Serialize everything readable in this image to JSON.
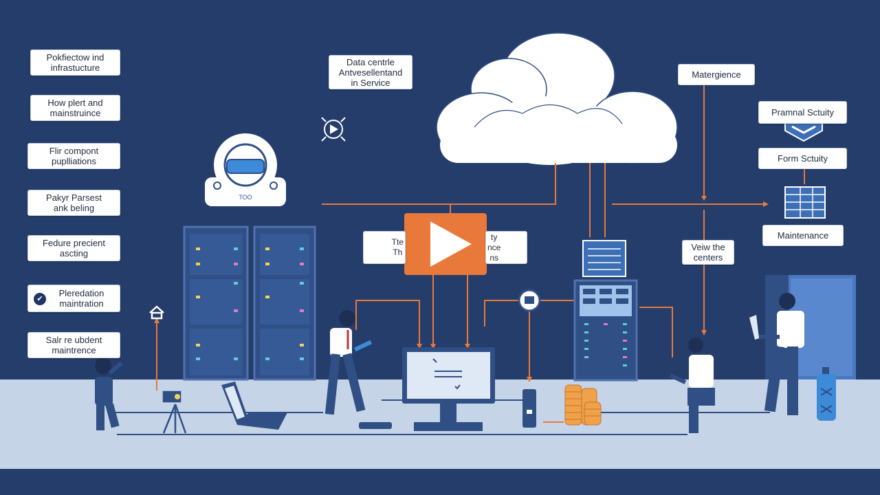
{
  "left_labels": [
    "Pokfiectow ind\ninfrastucture",
    "How plert and\nmainstruince",
    "Flir compont\npuplliations",
    "Pakyr Parsest\nank beling",
    "Fedure precient\nascting",
    "Pleredation\nmaintration",
    "Salr re ubdent\nmaintrence"
  ],
  "top_label": "Data centrle\nAntvesellentand\nin Service",
  "center_label_left": "Tte\nTh",
  "center_label_right": "ty\nnce\nns",
  "device_label": "TOO",
  "right_labels": {
    "mastergience": "Matergience",
    "pramnal": "Pramnal Sctuity",
    "form": "Form Sctuity",
    "maintenance": "Maintenance",
    "view": "Veiw the\ncenters"
  },
  "colors": {
    "background": "#243d6b",
    "floor": "#c5d4e6",
    "accent": "#e8793a",
    "rack": "#3c5f9e"
  }
}
